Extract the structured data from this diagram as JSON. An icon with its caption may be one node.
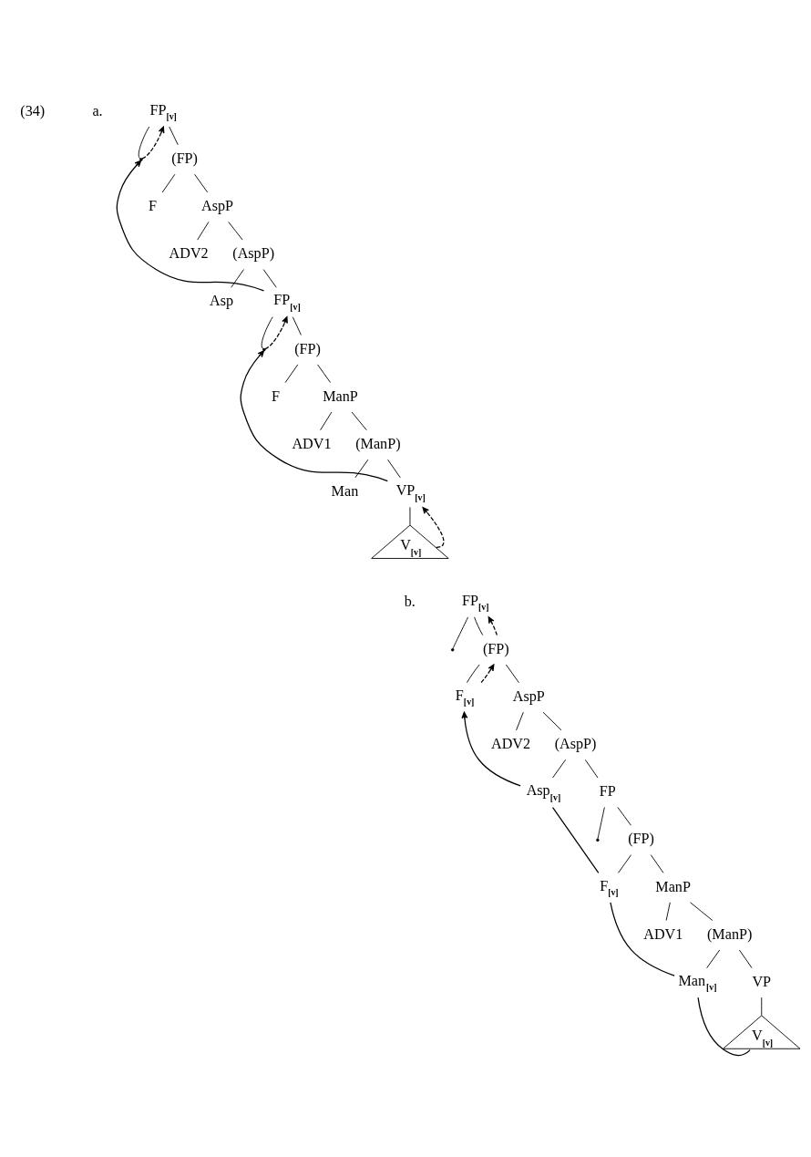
{
  "diagram": {
    "nodes": [
      {
        "text": [
          "FP$_{[v]}$"
        ]
      },
      {
        "text": [],
        "shape": "point"
      },
      {
        "text": [
          "(FP)"
        ]
      },
      {
        "text": [
          "F"
        ]
      },
      {
        "text": [
          "AspP"
        ]
      },
      {
        "text": [
          "ADV2"
        ]
      },
      {
        "text": [
          "(AspP)"
        ]
      },
      {
        "text": [
          "Asp"
        ]
      },
      {
        "text": [
          "FP$_{[v]}$"
        ]
      },
      {
        "text": [],
        "shape": "point"
      },
      {
        "text": [
          "(FP)"
        ]
      },
      {
        "text": [
          "F"
        ]
      },
      {
        "text": [
          "ManP"
        ]
      },
      {
        "text": [
          "ADV1"
        ]
      },
      {
        "text": [
          "(ManP)"
        ]
      },
      {
        "text": [
          "Man"
        ]
      },
      {
        "text": [
          "VP$_{[v]}$"
        ]
      },
      {
        "text": [
          "V$_{[v]}$"
        ]
      },
      {
        "text": [
          "FP$_{[v]}$"
        ]
      },
      {
        "text": [],
        "shape": "point"
      },
      {
        "text": [
          "(FP)"
        ]
      },
      {
        "text": [
          "F$_{[v]}$"
        ]
      },
      {
        "text": [
          "AspP"
        ]
      },
      {
        "text": [
          "ADV2"
        ]
      },
      {
        "text": [
          "(AspP)"
        ]
      },
      {
        "text": [
          "Asp$_{[v]}$"
        ]
      },
      {
        "text": [
          "FP"
        ]
      },
      {
        "text": [],
        "shape": "point"
      },
      {
        "text": [
          "(FP)"
        ]
      },
      {
        "text": [
          "F$_{[v]}$"
        ]
      },
      {
        "text": [
          "ManP"
        ]
      },
      {
        "text": [
          "ADV1"
        ]
      },
      {
        "text": [
          "(ManP)"
        ]
      },
      {
        "text": [
          "Man$_{[v]}$"
        ]
      },
      {
        "text": [
          "VP"
        ]
      },
      {
        "text": [
          "V$_{[v]}$"
        ]
      }
    ],
    "edges": [
      {
        "from": 0,
        "to": 1,
        "arrow": "none"
      },
      {
        "from": 0,
        "to": 2,
        "arrow": "none"
      },
      {
        "from": 2,
        "to": 3,
        "arrow": "none"
      },
      {
        "from": 2,
        "to": 4,
        "arrow": "none"
      },
      {
        "from": 4,
        "to": 5,
        "arrow": "none"
      },
      {
        "from": 4,
        "to": 6,
        "arrow": "none"
      },
      {
        "from": 6,
        "to": 7,
        "arrow": "none"
      },
      {
        "from": 6,
        "to": 8,
        "arrow": "none"
      },
      {
        "from": 8,
        "to": 9,
        "arrow": "none"
      },
      {
        "from": 8,
        "to": 10,
        "arrow": "none"
      },
      {
        "from": 10,
        "to": 11,
        "arrow": "none"
      },
      {
        "from": 10,
        "to": 12,
        "arrow": "none"
      },
      {
        "from": 12,
        "to": 13,
        "arrow": "none"
      },
      {
        "from": 12,
        "to": 14,
        "arrow": "none"
      },
      {
        "from": 14,
        "to": 15,
        "arrow": "none"
      },
      {
        "from": 14,
        "to": 16,
        "arrow": "none"
      },
      {
        "from": 16,
        "to": 17,
        "arrow": "none"
      },
      {
        "from": 1,
        "to": 0,
        "arrow": "to",
        "style": "dashed"
      },
      {
        "from": 8,
        "to": 1,
        "arrow": "to"
      },
      {
        "from": 9,
        "to": 8,
        "arrow": "to",
        "style": "dashed"
      },
      {
        "from": 16,
        "to": 9,
        "arrow": "to"
      },
      {
        "from": 17,
        "to": 16,
        "arrow": "to",
        "style": "dashed"
      },
      {
        "from": 18,
        "to": 19,
        "arrow": "none"
      },
      {
        "from": 18,
        "to": 20,
        "arrow": "none"
      },
      {
        "from": 20,
        "to": 21,
        "arrow": "none"
      },
      {
        "from": 20,
        "to": 22,
        "arrow": "none"
      },
      {
        "from": 22,
        "to": 23,
        "arrow": "none"
      },
      {
        "from": 22,
        "to": 24,
        "arrow": "none"
      },
      {
        "from": 24,
        "to": 25,
        "arrow": "none"
      },
      {
        "from": 24,
        "to": 26,
        "arrow": "none"
      },
      {
        "from": 26,
        "to": 27,
        "arrow": "none"
      },
      {
        "from": 26,
        "to": 28,
        "arrow": "none"
      },
      {
        "from": 28,
        "to": 29,
        "arrow": "none"
      },
      {
        "from": 28,
        "to": 30,
        "arrow": "none"
      },
      {
        "from": 30,
        "to": 31,
        "arrow": "none"
      },
      {
        "from": 30,
        "to": 32,
        "arrow": "none"
      },
      {
        "from": 32,
        "to": 33,
        "arrow": "none"
      },
      {
        "from": 32,
        "to": 34,
        "arrow": "none"
      },
      {
        "from": 34,
        "to": 35,
        "arrow": "none"
      },
      {
        "from": 20,
        "to": 18,
        "arrow": "to",
        "style": "dashed"
      },
      {
        "from": 21,
        "to": 20,
        "arrow": "to",
        "style": "dashed"
      },
      {
        "from": 35,
        "to": 33,
        "arrow": "none"
      },
      {
        "from": 33,
        "to": 29,
        "arrow": "none"
      },
      {
        "from": 29,
        "to": 25,
        "arrow": "none"
      },
      {
        "from": 25,
        "to": 21,
        "arrow": "to"
      }
    ],
    "labels": [
      "(34)",
      "a.",
      "b."
    ]
  }
}
